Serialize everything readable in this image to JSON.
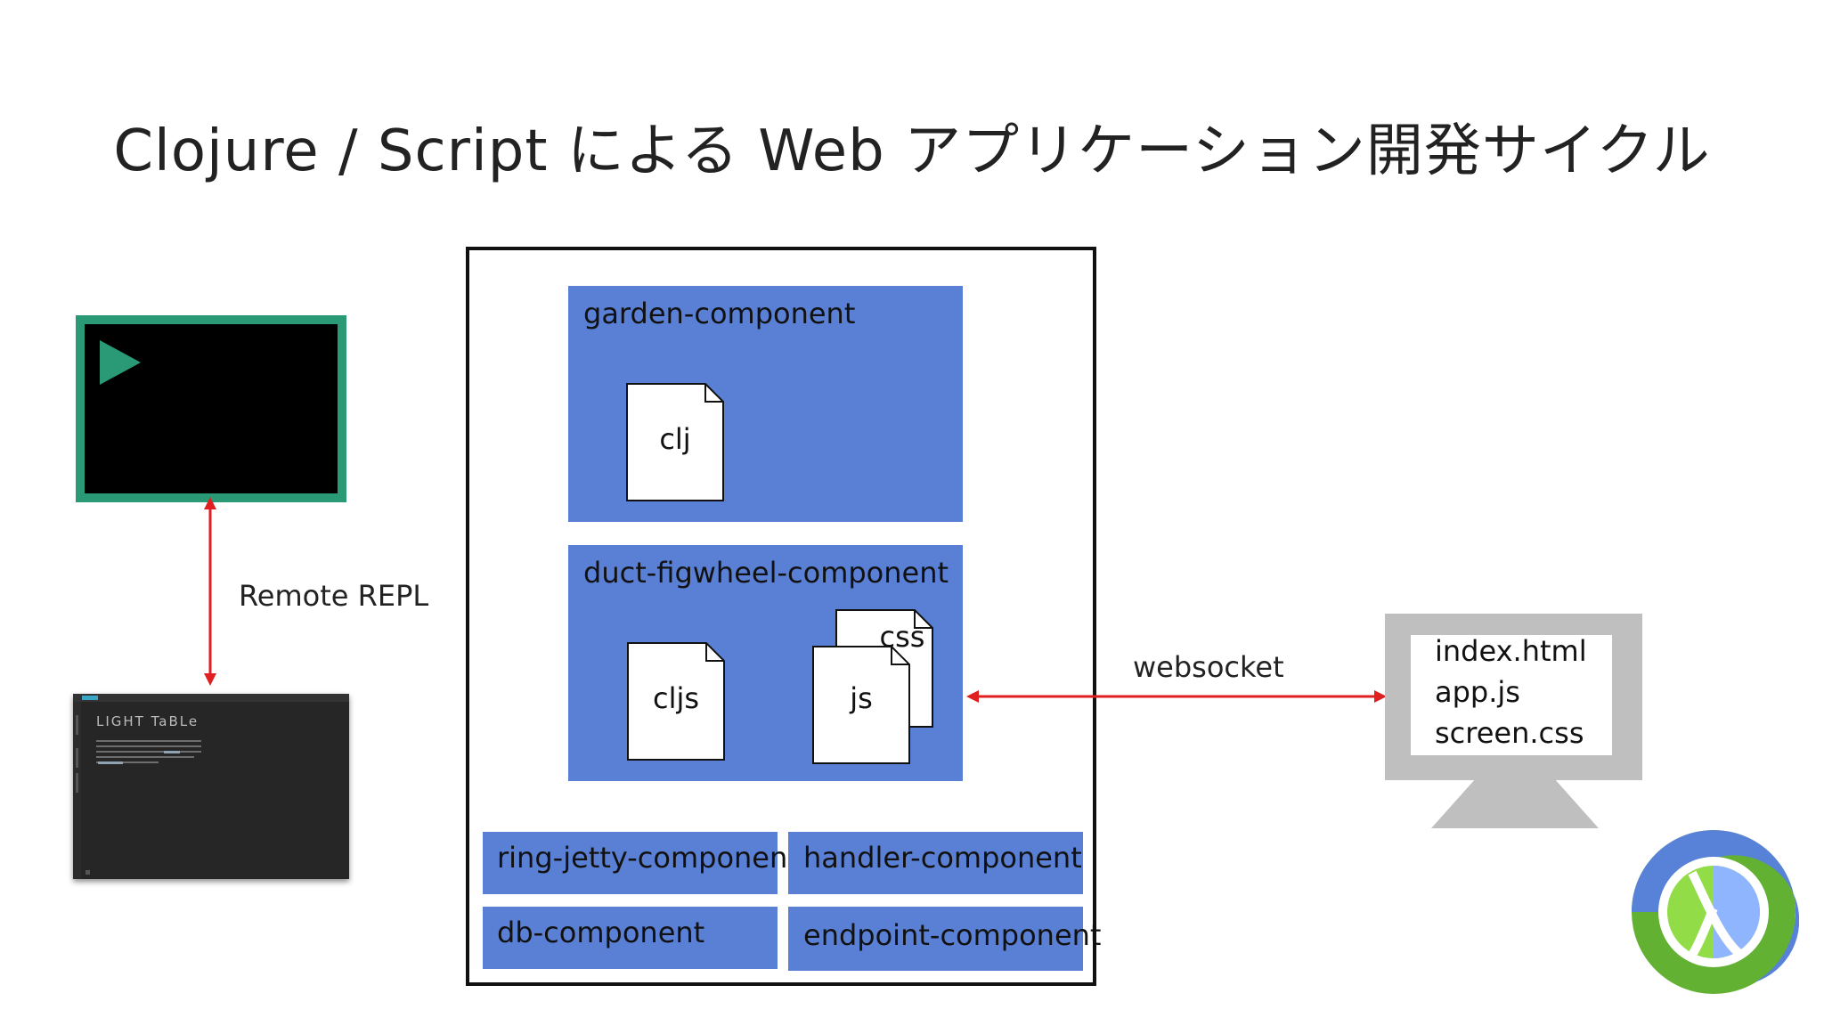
{
  "title": "Clojure / Script による Web アプリケーション開発サイクル",
  "remote_repl_label": "Remote REPL",
  "light_table": {
    "logo": "LIGHT TaBLe"
  },
  "components": {
    "garden": {
      "label": "garden-component",
      "file": "clj"
    },
    "figwheel": {
      "label": "duct-figwheel-component",
      "files": [
        "cljs",
        "js",
        "css"
      ]
    },
    "ring_jetty": "ring-jetty-component",
    "handler": "handler-component",
    "db": "db-component",
    "endpoint": "endpoint-component"
  },
  "websocket_label": "websocket",
  "browser_files": [
    "index.html",
    "app.js",
    "screen.css"
  ],
  "colors": {
    "component_blue": "#5a80d6",
    "arrow_red": "#e02020",
    "terminal_green": "#2a9a76",
    "monitor_gray": "#bfbfbf",
    "clojure_green": "#63b132",
    "clojure_blue": "#5881d8"
  }
}
